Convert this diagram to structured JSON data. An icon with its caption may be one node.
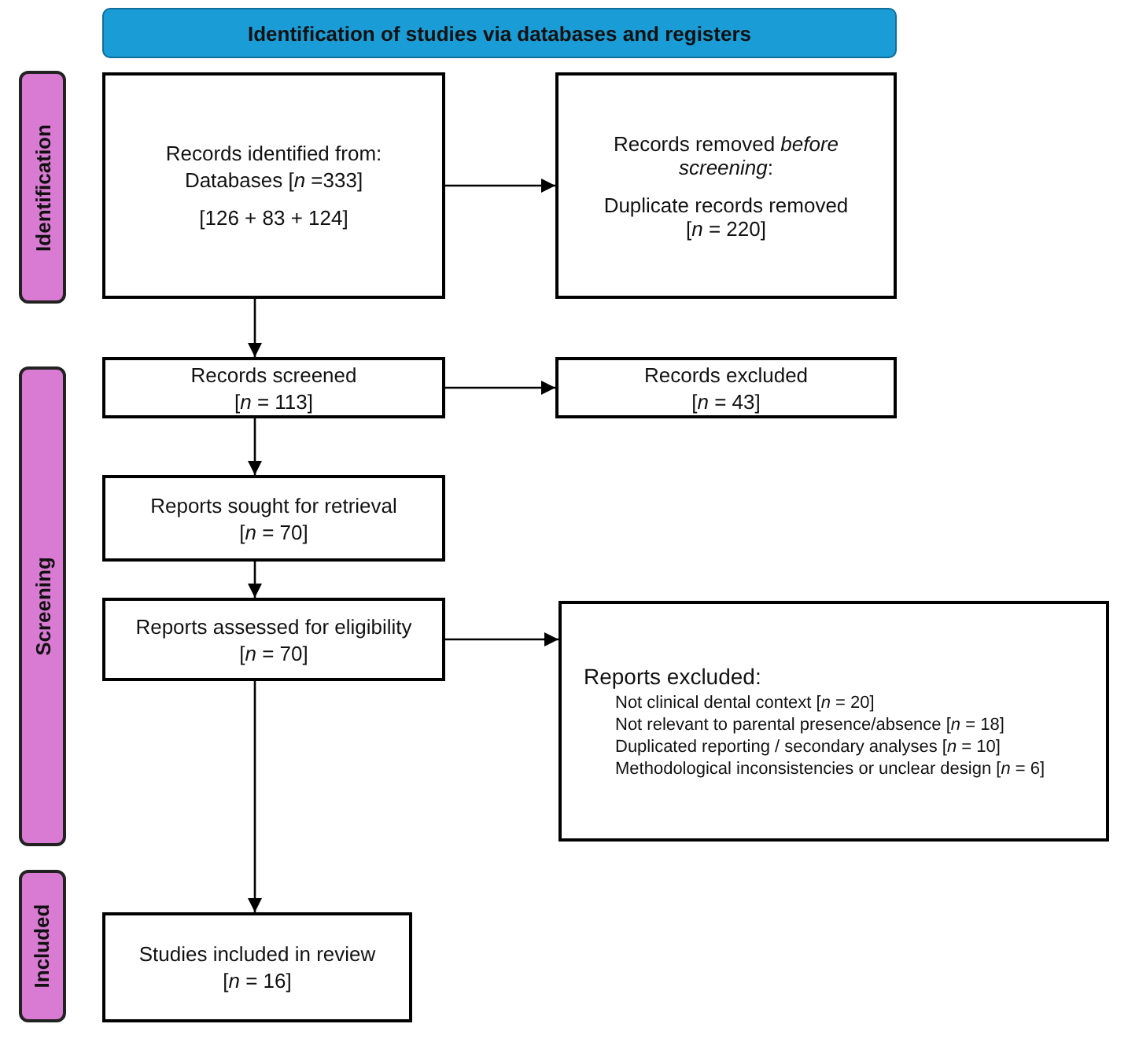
{
  "diagram": {
    "nodes": [
      {
        "text": [
          "Identification of studies via databases and registers"
        ]
      },
      {
        "text": [
          "Identification"
        ]
      },
      {
        "text": [
          "Records identified from:",
          "Databases [*n* =333]",
          "[126 + 83 + 124]"
        ]
      },
      {
        "text": [
          "Records removed *before screening*:",
          "Duplicate records removed [*n* = 220]"
        ]
      },
      {
        "text": [
          "Screening"
        ]
      },
      {
        "text": [
          "Records screened",
          "[*n* = 113]"
        ]
      },
      {
        "text": [
          "Records excluded",
          "[*n* = 43]"
        ]
      },
      {
        "text": [
          "Reports sought for retrieval",
          "[*n* = 70]"
        ]
      },
      {
        "text": [
          "Reports assessed for eligibility",
          "[*n* = 70]"
        ]
      },
      {
        "text": [
          "Reports excluded:",
          "Not clinical dental context [*n* = 20]",
          "Not relevant to parental presence/absence [*n* = 18]",
          "Duplicated reporting / secondary analyses [*n* = 10]",
          "Methodological inconsistencies or unclear design [*n* = 6]"
        ]
      },
      {
        "text": [
          "Included"
        ]
      },
      {
        "text": [
          "Studies included in review",
          "[*n* = 16]"
        ]
      }
    ],
    "edges": [
      {
        "from": 2,
        "to": 3,
        "arrow": "to"
      },
      {
        "from": 2,
        "to": 5,
        "arrow": "to"
      },
      {
        "from": 5,
        "to": 6,
        "arrow": "to"
      },
      {
        "from": 5,
        "to": 7,
        "arrow": "to"
      },
      {
        "from": 7,
        "to": 8,
        "arrow": "to"
      },
      {
        "from": 8,
        "to": 9,
        "arrow": "to"
      },
      {
        "from": 8,
        "to": 11,
        "arrow": "to"
      }
    ]
  }
}
